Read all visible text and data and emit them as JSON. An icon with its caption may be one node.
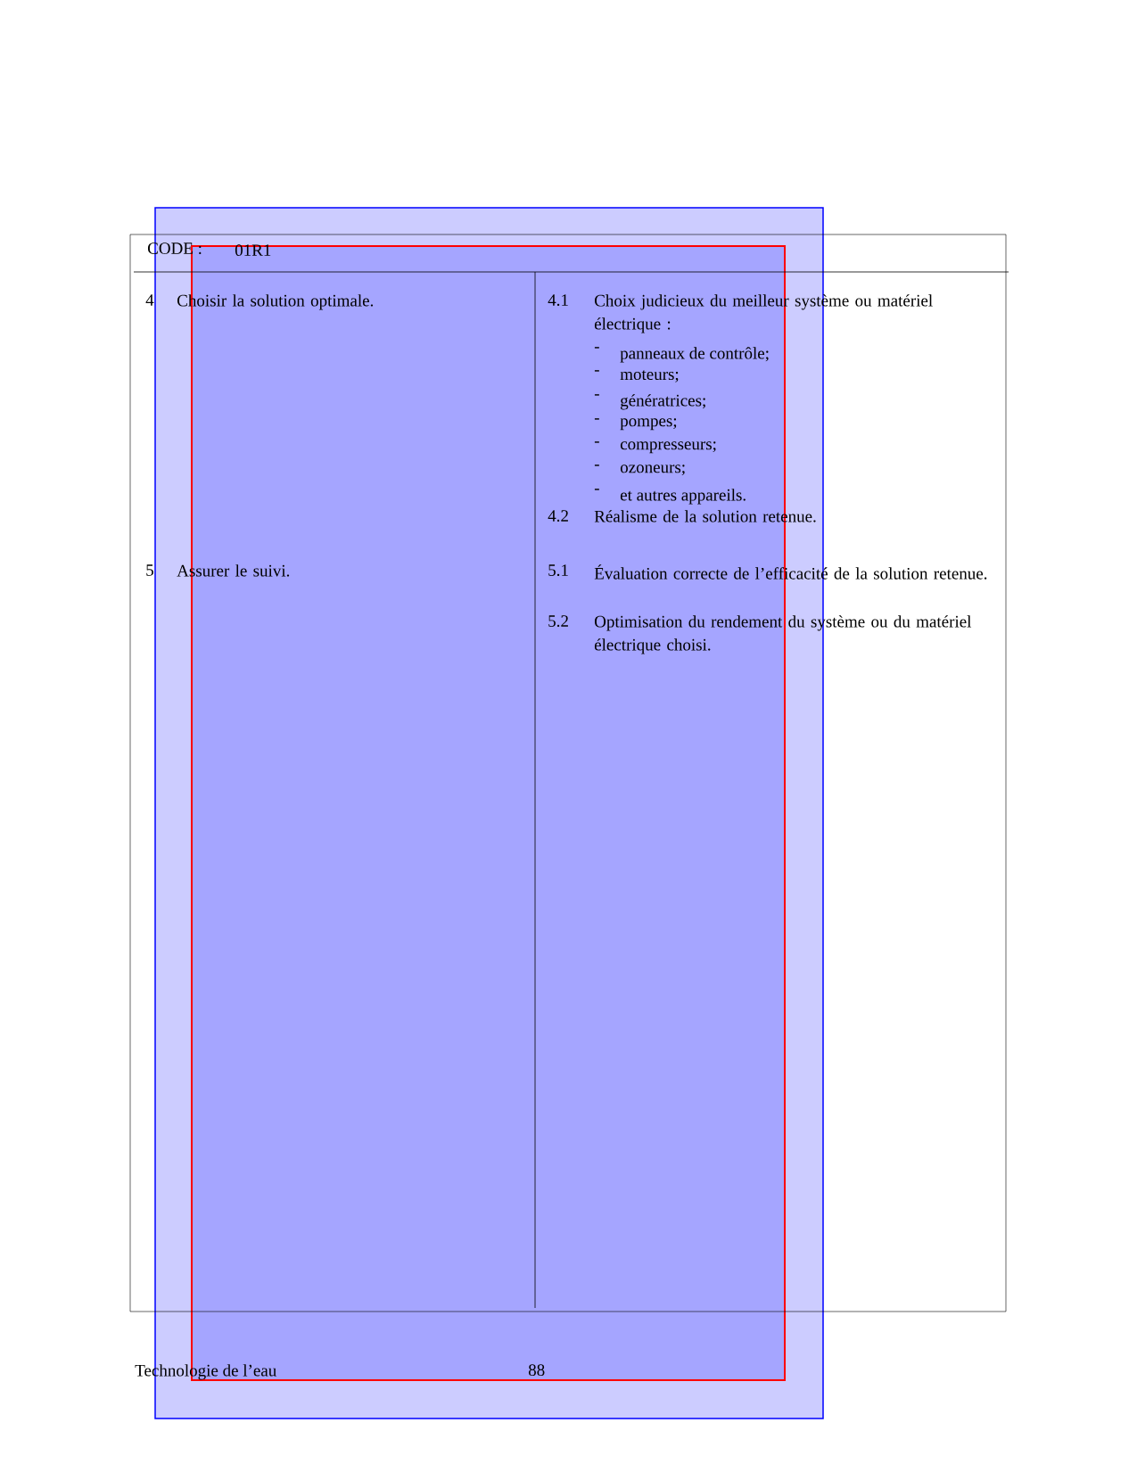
{
  "diagram": {
    "labels": [
      "CODE :",
      "01R1",
      "4",
      "Choisir la solution optimale.",
      "4.1",
      "Choix judicieux du meilleur système ou matériel électrique :",
      "-",
      "panneaux de contrôle;",
      "-",
      "moteurs;",
      "-",
      "génératrices;",
      "-",
      "pompes;",
      "-",
      "compresseurs;",
      "-",
      "ozoneurs;",
      "-",
      "et autres appareils.",
      "4.2",
      "Réalisme de la solution retenue.",
      "5",
      "Assurer le suivi.",
      "5.1",
      "Évaluation correcte de l’efficacité de la solution retenue.",
      "5.2",
      "Optimisation du rendement du système ou du matériel électrique choisi.",
      "Technologie de l’eau",
      "88"
    ]
  }
}
